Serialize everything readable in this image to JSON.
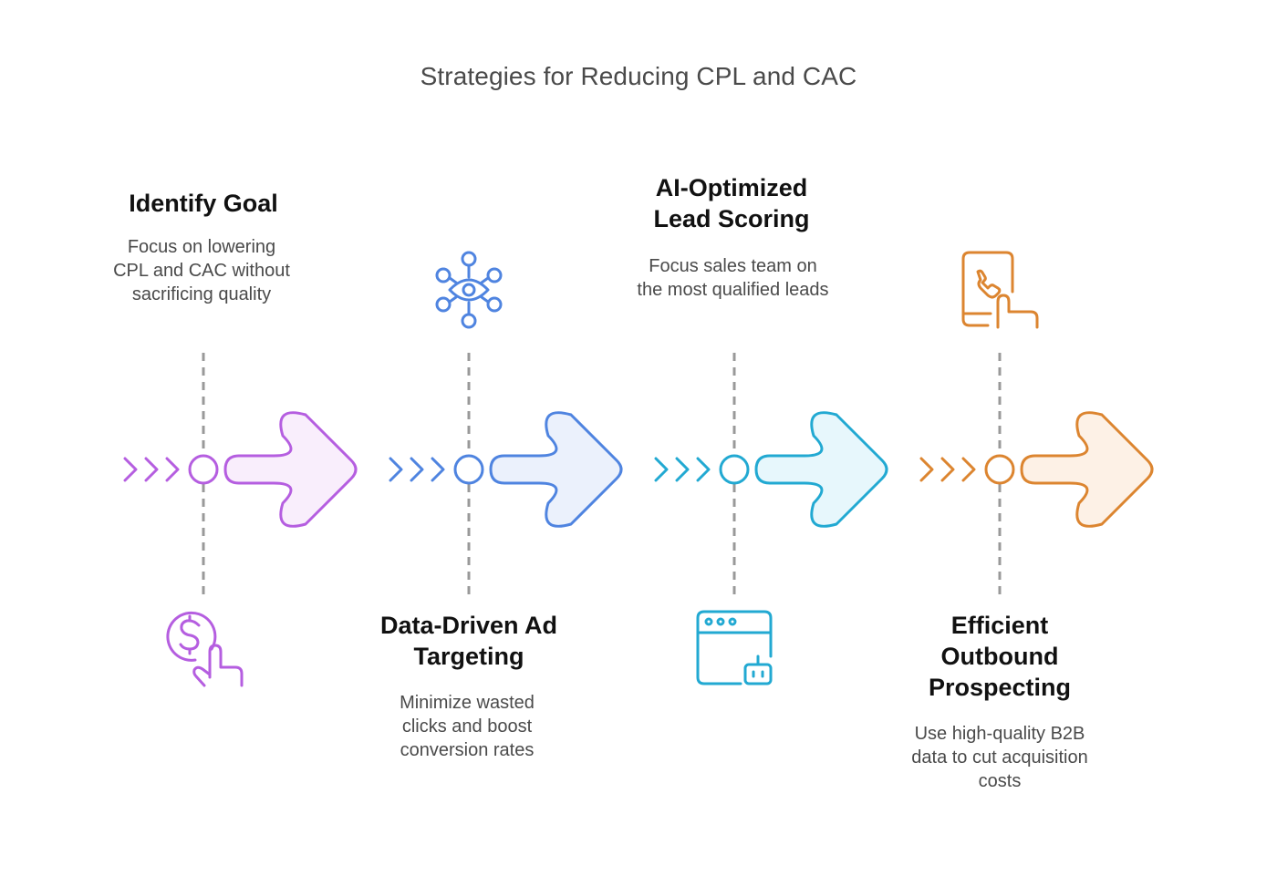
{
  "title": "Strategies for Reducing CPL and CAC",
  "steps": [
    {
      "heading": "Identify Goal",
      "description": "Focus on lowering CPL and CAC without sacrificing quality",
      "color": "#b55ee0",
      "fill": "#f9eefc",
      "icon": "dollar-click-icon"
    },
    {
      "heading": "Data-Driven Ad Targeting",
      "description": "Minimize wasted clicks and boost conversion rates",
      "color": "#4f84e0",
      "fill": "#ebf1fc",
      "icon": "eye-network-icon"
    },
    {
      "heading": "AI-Optimized Lead Scoring",
      "description": "Focus sales team on the most qualified leads",
      "color": "#22a9d2",
      "fill": "#e7f7fc",
      "icon": "browser-robot-icon"
    },
    {
      "heading": "Efficient Outbound Prospecting",
      "description": "Use high-quality B2B data to cut acquisition costs",
      "color": "#dc8530",
      "fill": "#fdf1e6",
      "icon": "phone-tap-icon"
    }
  ]
}
